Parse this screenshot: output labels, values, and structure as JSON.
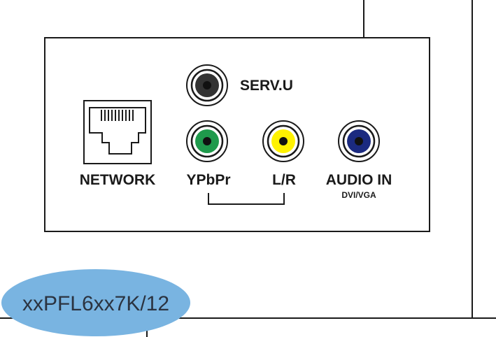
{
  "model_badge": {
    "text": "xxPFL6xx7K/12",
    "color": "#79b4e1"
  },
  "ports": {
    "network": {
      "label": "NETWORK"
    },
    "serv_u": {
      "label": "SERV.U",
      "color": "#333333"
    },
    "ypbpr": {
      "label": "YPbPr",
      "color": "#1f9a4c"
    },
    "lr": {
      "label": "L/R",
      "color": "#fff200"
    },
    "audio_in": {
      "label": "AUDIO IN",
      "sublabel": "DVI/VGA",
      "color": "#1b2a80"
    }
  }
}
